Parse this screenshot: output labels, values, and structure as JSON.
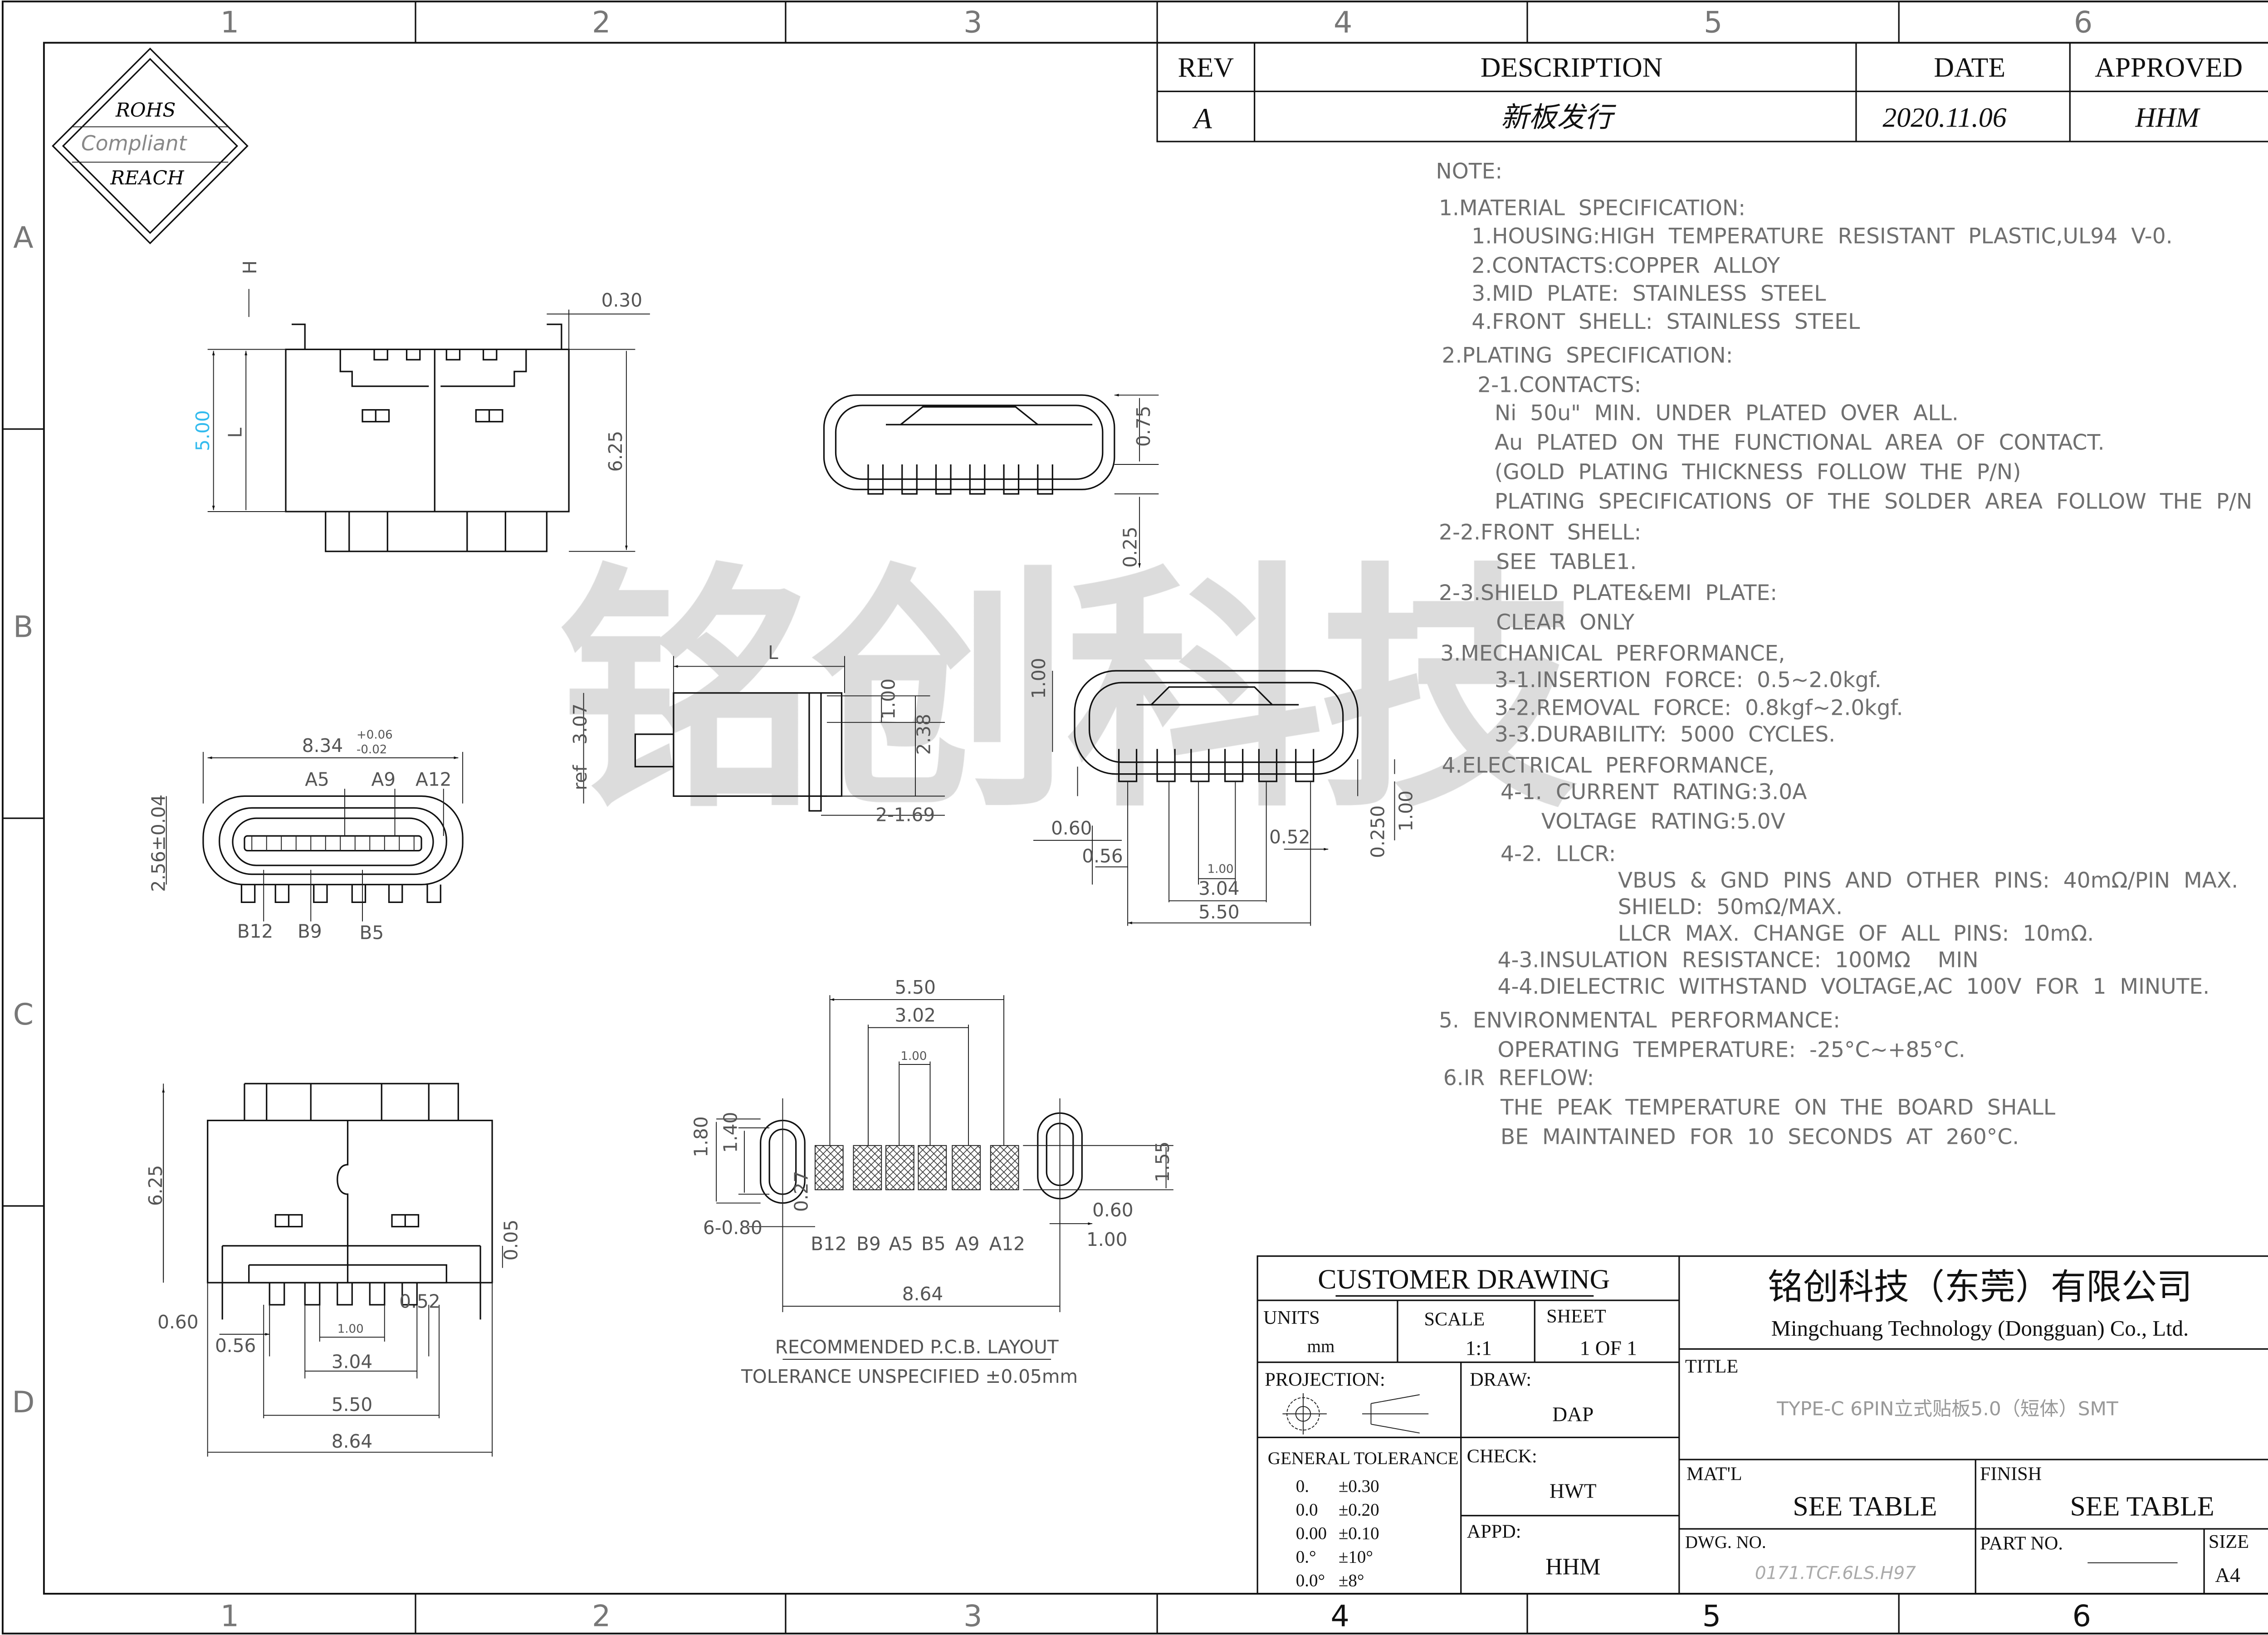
{
  "grid": {
    "columns": [
      "1",
      "2",
      "3",
      "4",
      "5",
      "6"
    ],
    "rows": [
      "A",
      "B",
      "C",
      "D"
    ]
  },
  "compliance_badge": {
    "line1": "ROHS",
    "line2": "Compliant",
    "line3": "REACH"
  },
  "revision_table": {
    "headers": {
      "rev": "REV",
      "description": "DESCRIPTION",
      "date": "DATE",
      "approved": "APPROVED"
    },
    "rows": [
      {
        "rev": "A",
        "description": "新板发行",
        "date": "2020.11.06",
        "approved": "HHM"
      }
    ]
  },
  "watermark": "铭创科技",
  "notes": [
    "NOTE:",
    "1.MATERIAL  SPECIFICATION:",
    "  1.HOUSING:HIGH  TEMPERATURE  RESISTANT  PLASTIC,UL94  V-0.",
    "  2.CONTACTS:COPPER  ALLOY",
    "  3.MID  PLATE:  STAINLESS  STEEL",
    "  4.FRONT  SHELL:  STAINLESS  STEEL",
    "2.PLATING  SPECIFICATION:",
    "  2-1.CONTACTS:",
    "   Ni  50u\"  MIN.  UNDER  PLATED  OVER  ALL.",
    "   Au  PLATED  ON  THE  FUNCTIONAL  AREA  OF  CONTACT.",
    "   (GOLD  PLATING  THICKNESS  FOLLOW  THE  P/N)",
    "   PLATING  SPECIFICATIONS  OF  THE  SOLDER  AREA  FOLLOW  THE  P/N",
    "2-2.FRONT  SHELL:",
    "   SEE  TABLE1.",
    "2-3.SHIELD  PLATE&EMI  PLATE:",
    "   CLEAR  ONLY",
    "3.MECHANICAL  PERFORMANCE,",
    "   3-1.INSERTION  FORCE:  0.5~2.0kgf.",
    "   3-2.REMOVAL  FORCE:  0.8kgf~2.0kgf.",
    "   3-3.DURABILITY:  5000  CYCLES.",
    "4.ELECTRICAL  PERFORMANCE,",
    "   4-1.  CURRENT  RATING:3.0A",
    "         VOLTAGE  RATING:5.0V",
    "   4-2.  LLCR:",
    "         VBUS  &  GND  PINS  AND  OTHER  PINS:  40mΩ/PIN  MAX.",
    "         SHIELD:  50mΩ/MAX.",
    "         LLCR  MAX.  CHANGE  OF  ALL  PINS:  10mΩ.",
    "   4-3.INSULATION  RESISTANCE:  100MΩ    MIN",
    "   4-4.DIELECTRIC  WITHSTAND  VOLTAGE,AC  100V  FOR  1  MINUTE.",
    "5.  ENVIRONMENTAL  PERFORMANCE:",
    "   OPERATING  TEMPERATURE:  -25°C~+85°C.",
    "6.IR  REFLOW:",
    "   THE  PEAK  TEMPERATURE  ON  THE  BOARD  SHALL",
    "   BE  MAINTAINED  FOR  10  SECONDS  AT  260°C."
  ],
  "views": {
    "side_view": {
      "h": "H",
      "t030": "0.30",
      "d500": "5.00",
      "l": "L",
      "d625": "6.25"
    },
    "front_view": {
      "d075": "0.75",
      "d025": "0.25"
    },
    "mating_face": {
      "width": "8.34",
      "tol_plus": "+0.06",
      "tol_minus": "-0.02",
      "height": "2.56±0.04",
      "top_pins": [
        "A5",
        "A9",
        "A12"
      ],
      "bottom_pins": [
        "B12",
        "B9",
        "B5"
      ]
    },
    "profile_view": {
      "l": "L",
      "ref": "ref",
      "d307": "3.07",
      "d100": "1.00",
      "d238": "2.38",
      "d169": "2-1.69"
    },
    "rear_view": {
      "d100v": "1.00",
      "d060": "0.60",
      "d056": "0.56",
      "d100": "1.00",
      "d304": "3.04",
      "d052": "0.52",
      "d550": "5.50",
      "d0250": "0.250",
      "d100r": "1.00"
    },
    "bottom_view": {
      "d625": "6.25",
      "d005": "0.05",
      "d060": "0.60",
      "d056": "0.56",
      "d052": "0.52",
      "d100": "1.00",
      "d304": "3.04",
      "d550": "5.50",
      "d864": "8.64"
    },
    "pcb_layout": {
      "d550": "5.50",
      "d302": "3.02",
      "d100": "1.00",
      "d180": "1.80",
      "d140": "1.40",
      "d027": "0.27",
      "d155": "1.55",
      "d680": "6-0.80",
      "pins": [
        "B12",
        "B9",
        "A5",
        "B5",
        "A9",
        "A12"
      ],
      "d060": "0.60",
      "d100b": "1.00",
      "d864": "8.64",
      "caption": "RECOMMENDED   P.C.B. LAYOUT",
      "tolerance": "TOLERANCE  UNSPECIFIED  ±0.05mm"
    }
  },
  "title_block": {
    "customer_drawing": "CUSTOMER DRAWING",
    "units_label": "UNITS",
    "units": "mm",
    "scale_label": "SCALE",
    "scale": "1:1",
    "sheet_label": "SHEET",
    "sheet": "1 OF 1",
    "projection_label": "PROJECTION:",
    "draw_label": "DRAW:",
    "draw": "DAP",
    "check_label": "CHECK:",
    "check": "HWT",
    "appd_label": "APPD:",
    "appd": "HHM",
    "tolerance_label": "GENERAL  TOLERANCE",
    "tolerances": [
      {
        "precision": "0.",
        "value": "±0.30"
      },
      {
        "precision": "0.0",
        "value": "±0.20"
      },
      {
        "precision": "0.00",
        "value": "±0.10"
      },
      {
        "precision": "0.°",
        "value": "±10°"
      },
      {
        "precision": "0.0°",
        "value": "±8°"
      }
    ],
    "company_cn": "铭创科技（东莞）有限公司",
    "company_en": "Mingchuang Technology (Dongguan) Co., Ltd.",
    "title_label": "TITLE",
    "title": "TYPE-C 6PIN立式贴板5.0（短体）SMT",
    "matl_label": "MAT'L",
    "matl": "SEE  TABLE",
    "finish_label": "FINISH",
    "finish": "SEE  TABLE",
    "dwg_no_label": "DWG. NO.",
    "dwg_no": "0171.TCF.6LS.H97",
    "part_no_label": "PART  NO.",
    "size_label": "SIZE",
    "size": "A4"
  }
}
